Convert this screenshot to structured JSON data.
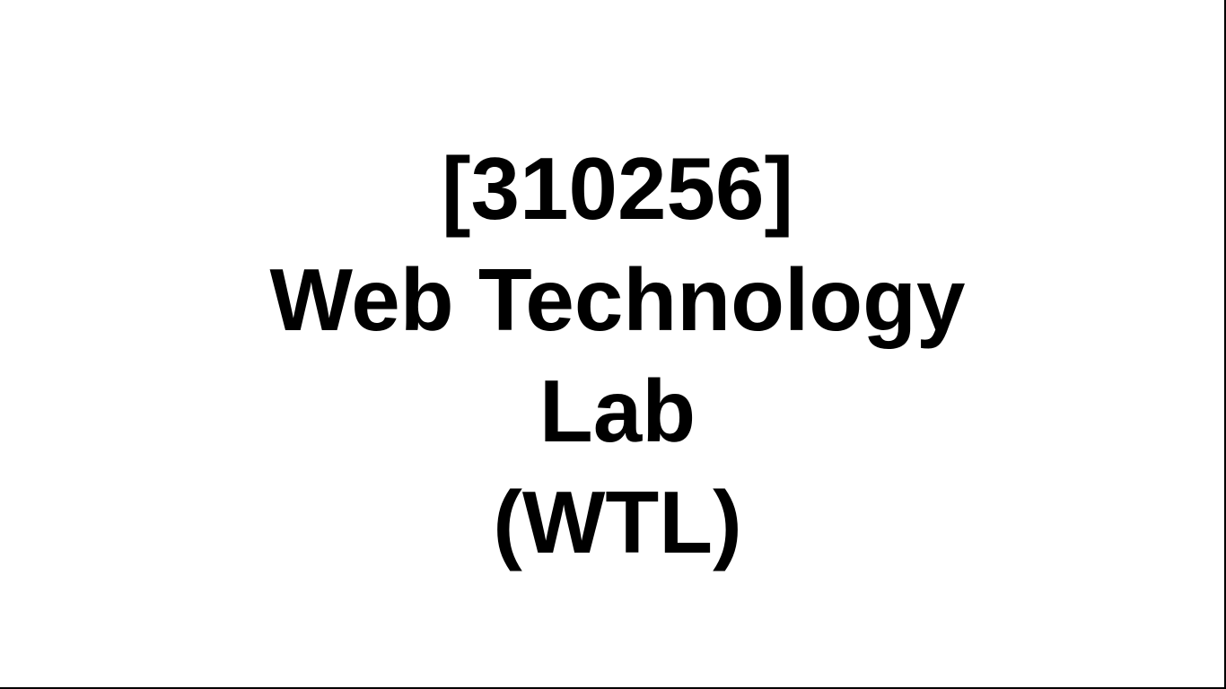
{
  "slide": {
    "course_code": "[310256]",
    "title_line1": "Web Technology",
    "title_line2": "Lab",
    "abbreviation": "(WTL)"
  }
}
